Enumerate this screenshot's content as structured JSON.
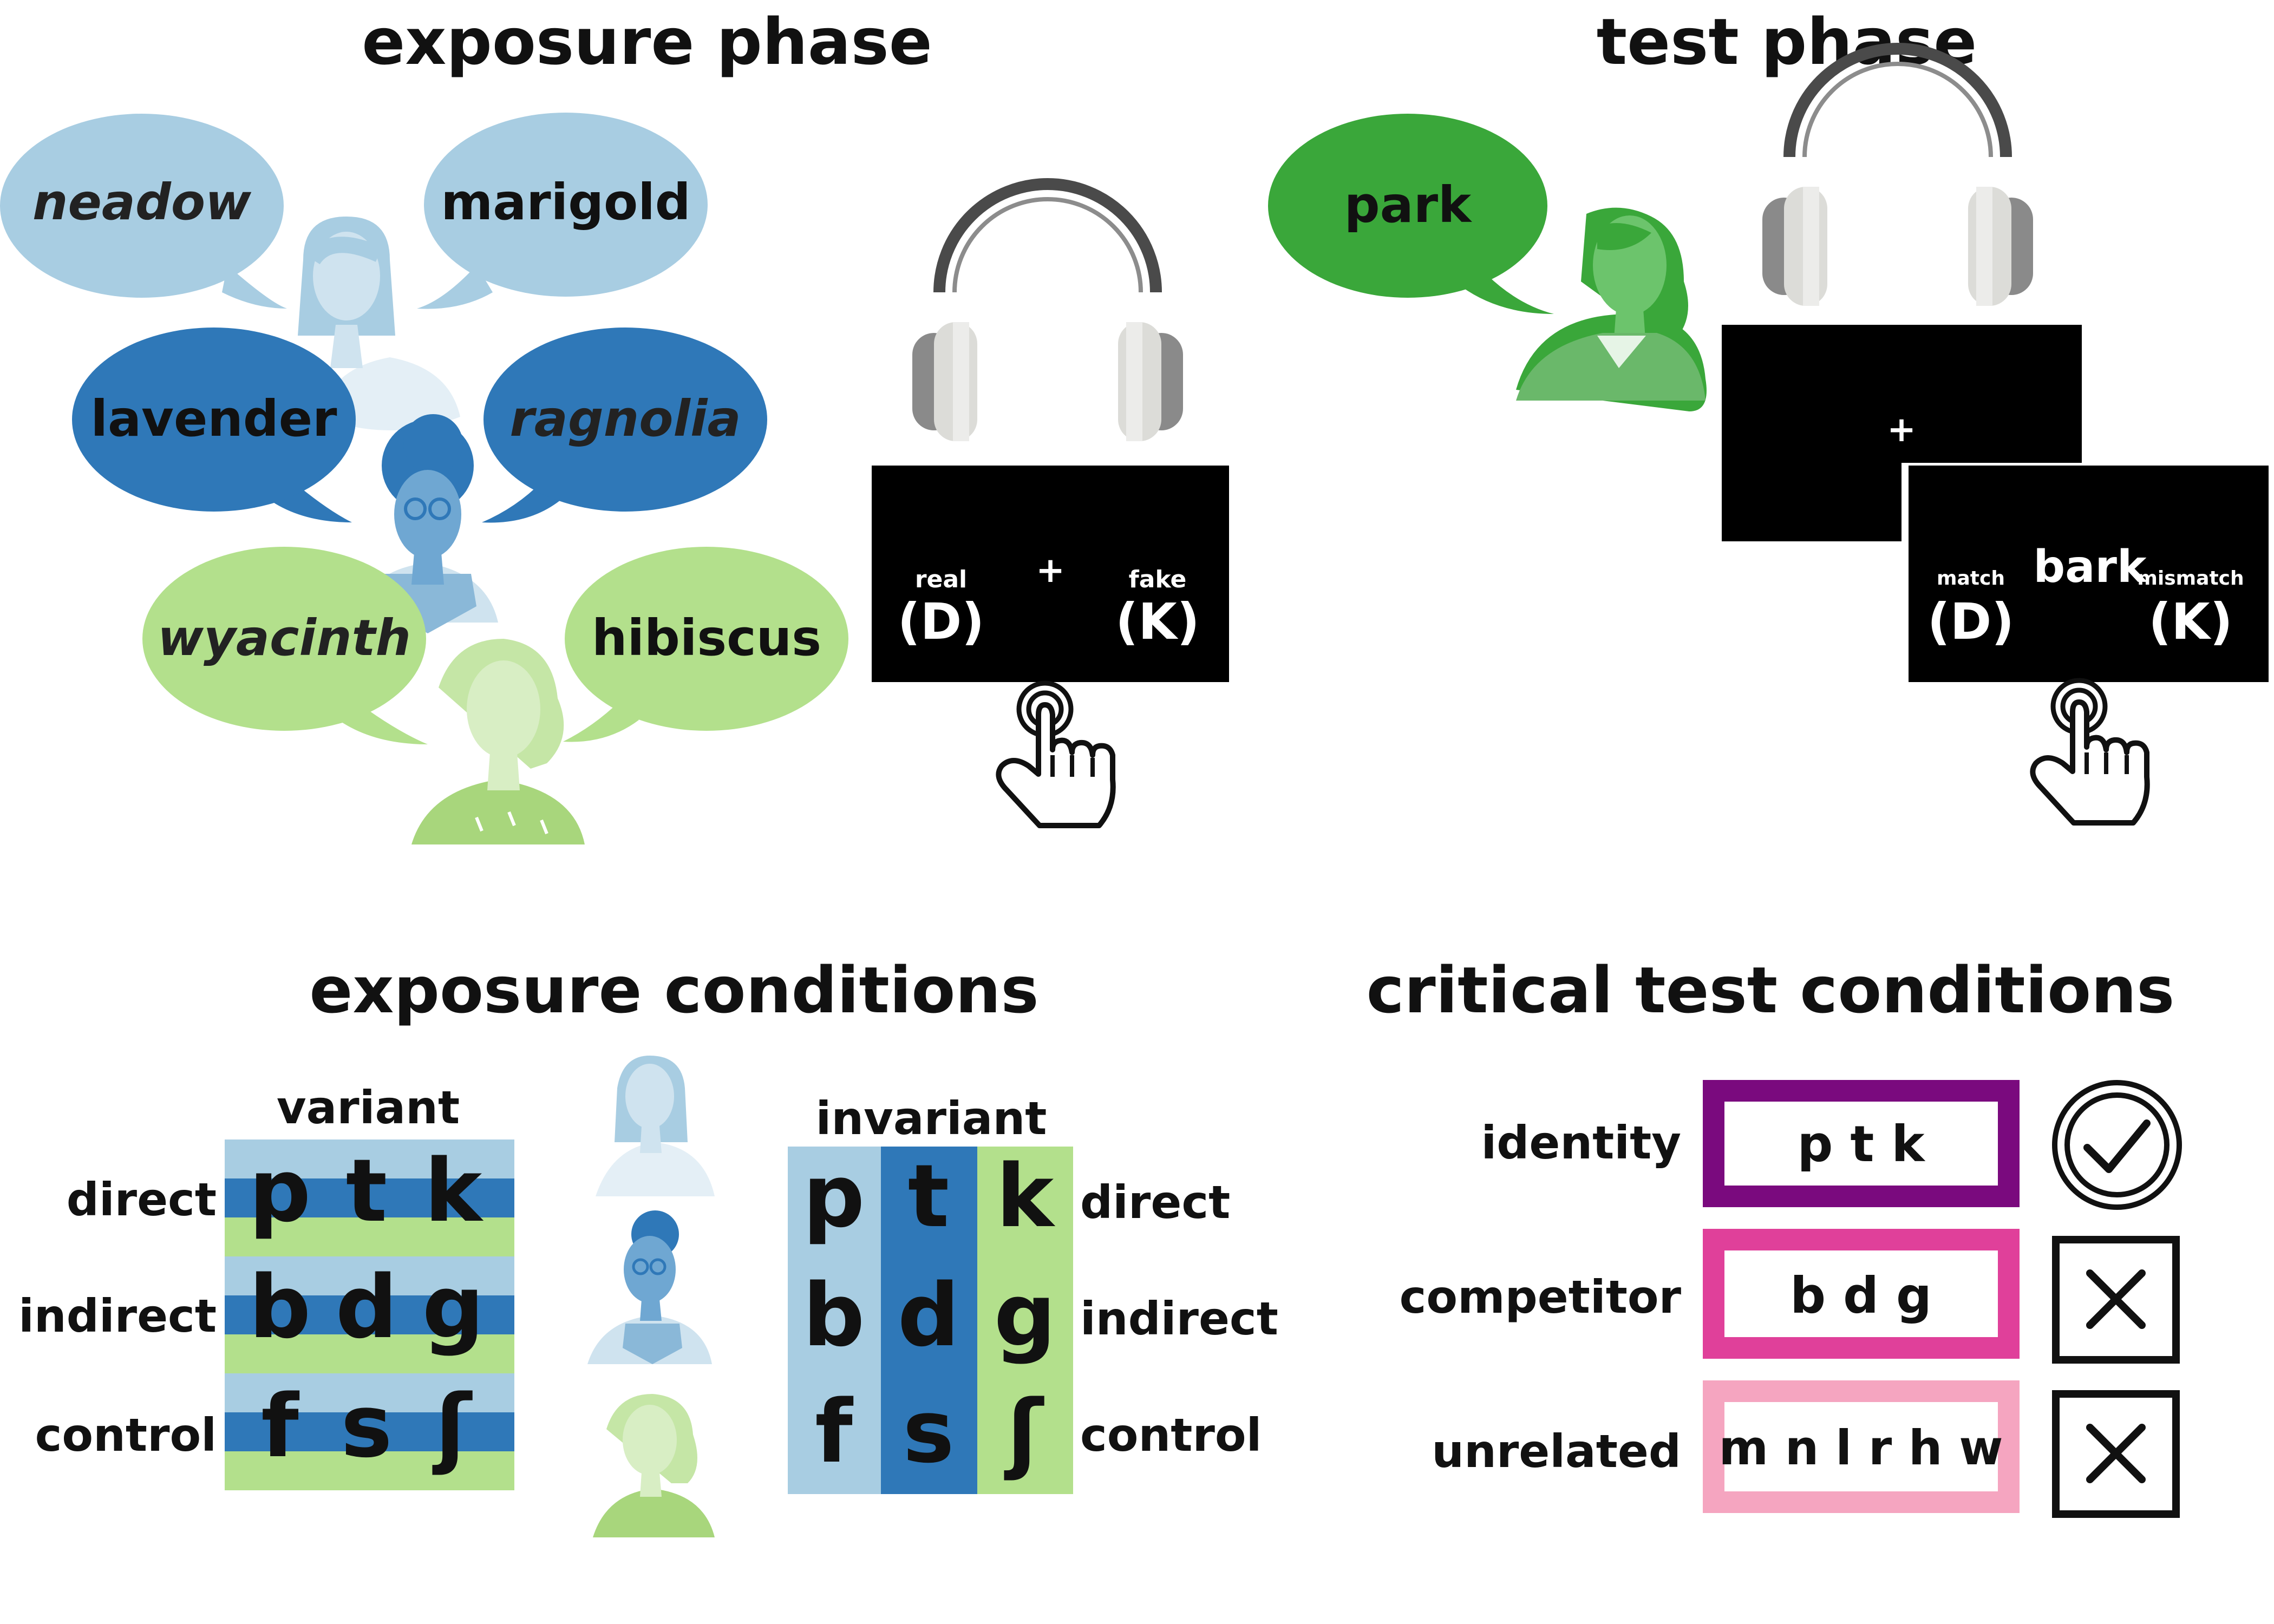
{
  "colors": {
    "light_blue": "#a8cde2",
    "dark_blue": "#2f78b8",
    "light_green": "#b3e08c",
    "bright_green": "#3aa73a",
    "black": "#000000",
    "purple": "#7a0a7e",
    "magenta": "#e0409a",
    "pink": "#f5a5c0"
  },
  "exposure_phase": {
    "title": "exposure phase",
    "bubbles": [
      {
        "word": "neadow",
        "italic": true,
        "color": "light_blue"
      },
      {
        "word": "marigold",
        "italic": false,
        "color": "light_blue"
      },
      {
        "word": "lavender",
        "italic": false,
        "color": "dark_blue"
      },
      {
        "word": "ragnolia",
        "italic": true,
        "color": "dark_blue"
      },
      {
        "word": "wyacinth",
        "italic": true,
        "color": "light_green"
      },
      {
        "word": "hibiscus",
        "italic": false,
        "color": "light_green"
      }
    ],
    "screen": {
      "fixation": "+",
      "left_label": "real",
      "left_key": "(D)",
      "right_label": "fake",
      "right_key": "(K)"
    },
    "icons": [
      "headphones-icon",
      "finger-press-icon",
      "speaker-avatar-icon"
    ]
  },
  "test_phase": {
    "title": "test phase",
    "bubble": {
      "word": "park",
      "color": "bright_green"
    },
    "screen1": {
      "fixation": "+"
    },
    "screen2": {
      "word": "bark",
      "left_label": "match",
      "left_key": "(D)",
      "right_label": "mismatch",
      "right_key": "(K)"
    },
    "icons": [
      "headphones-icon",
      "finger-press-icon",
      "speaker-avatar-icon"
    ]
  },
  "exposure_conditions": {
    "title": "exposure conditions",
    "variant": {
      "label": "variant",
      "rows": [
        {
          "name": "direct",
          "letters": [
            "p",
            "t",
            "k"
          ]
        },
        {
          "name": "indirect",
          "letters": [
            "b",
            "d",
            "g"
          ]
        },
        {
          "name": "control",
          "letters": [
            "f",
            "s",
            "ʃ"
          ]
        }
      ]
    },
    "invariant": {
      "label": "invariant",
      "row_names": [
        "direct",
        "indirect",
        "control"
      ],
      "columns": [
        {
          "letters": [
            "p",
            "b",
            "f"
          ],
          "color": "light_blue"
        },
        {
          "letters": [
            "t",
            "d",
            "s"
          ],
          "color": "dark_blue"
        },
        {
          "letters": [
            "k",
            "g",
            "ʃ"
          ],
          "color": "light_green"
        }
      ]
    }
  },
  "critical_test_conditions": {
    "title": "critical test conditions",
    "rows": [
      {
        "name": "identity",
        "letters": "p t k",
        "color": "purple",
        "mark": "check-icon"
      },
      {
        "name": "competitor",
        "letters": "b d g",
        "color": "magenta",
        "mark": "cross-icon"
      },
      {
        "name": "unrelated",
        "letters": "m n l r h w",
        "color": "pink",
        "mark": "cross-icon"
      }
    ]
  }
}
